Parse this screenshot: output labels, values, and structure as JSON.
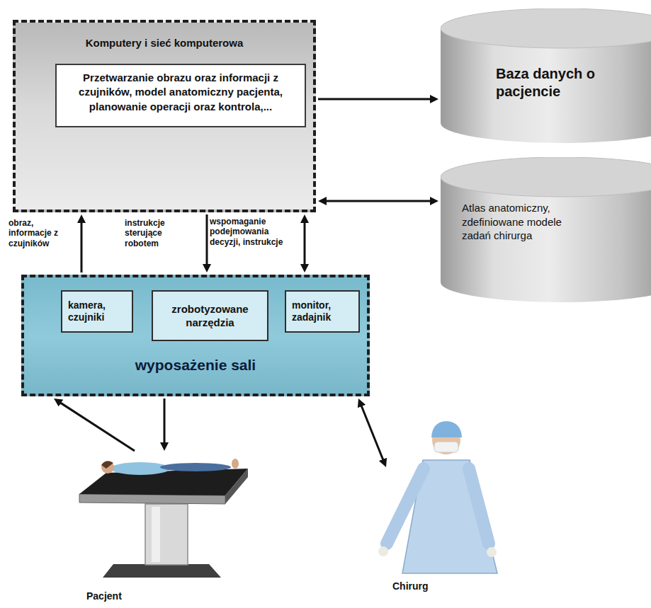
{
  "diagram": {
    "nodes": [
      {
        "text": [
          "Komputery i sieć komputerowa"
        ]
      },
      {
        "text": [
          "Przetwarzanie obrazu oraz informacji z czujników, model anatomiczny pacjenta, planowanie operacji oraz kontrola,..."
        ],
        "in": 0
      },
      {
        "text": [
          "Baza danych o pacjencie"
        ]
      },
      {
        "text": [
          "Atlas anatomiczny, zdefiniowane modele zadań chirurga"
        ]
      },
      {
        "text": [
          "wyposażenie sali"
        ]
      },
      {
        "text": [
          "kamera, czujniki"
        ],
        "in": 4
      },
      {
        "text": [
          "zrobotyzowane narzędzia"
        ],
        "in": 4
      },
      {
        "text": [
          "monitor, zadajnik"
        ],
        "in": 4
      },
      {
        "text": [
          "Pacjent"
        ]
      },
      {
        "text": [
          "Chirurg"
        ]
      }
    ],
    "edges": [
      {
        "from": 0,
        "to": 2,
        "arrow": "to"
      },
      {
        "from": 0,
        "to": 3,
        "arrow": "both"
      },
      {
        "from": 4,
        "to": 0,
        "label": "obraz, informacje z czujników",
        "arrow": "to"
      },
      {
        "from": 0,
        "to": 4,
        "label": "instrukcje sterujące robotem",
        "arrow": "to"
      },
      {
        "from": 0,
        "to": 4,
        "label": "wspomaganie podejmowania decyzji, instrukcje",
        "arrow": "both"
      },
      {
        "from": 8,
        "to": 4,
        "arrow": "to"
      },
      {
        "from": 4,
        "to": 8,
        "arrow": "to"
      },
      {
        "from": 4,
        "to": 9,
        "arrow": "both"
      }
    ]
  }
}
